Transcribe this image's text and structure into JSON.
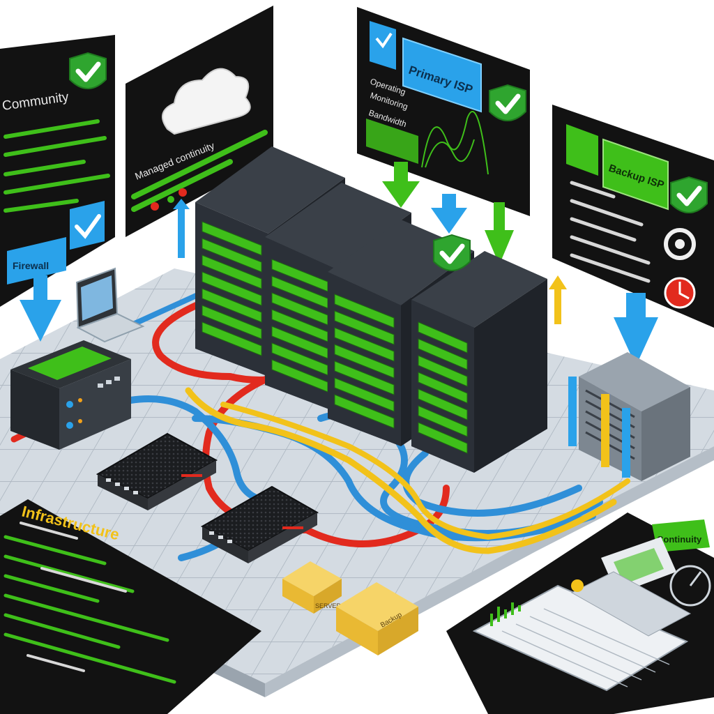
{
  "panels": {
    "community": {
      "title": "Community",
      "button": "Firewall"
    },
    "cloud": {
      "caption": "Managed continuity"
    },
    "isp": {
      "badge": "Primary ISP",
      "lines": [
        "Operating",
        "Monitoring"
      ],
      "chart_label": "Bandwidth"
    },
    "backup": {
      "badge": "Backup ISP"
    },
    "infra": {
      "title": "Infrastructure"
    },
    "dashboard": {
      "badge": "Continuity"
    }
  },
  "boxes": {
    "small": "SERVER",
    "large": "Backup"
  },
  "colors": {
    "panel": "#121212",
    "accent_green": "#3fbf1a",
    "check_green": "#2fa52f",
    "arrow_blue": "#2aa2ea",
    "cable_red": "#e22a1e",
    "cable_blue": "#2f8fd8",
    "cable_yellow": "#f2c21a",
    "rack": "#2b3038",
    "floor": "#cfd6dd",
    "box": "#f1c64a"
  },
  "icons": [
    "check-icon",
    "cloud-icon",
    "shield-icon",
    "gear-icon",
    "clock-icon",
    "laptop-icon",
    "keyboard-icon",
    "arrow-down-icon"
  ]
}
